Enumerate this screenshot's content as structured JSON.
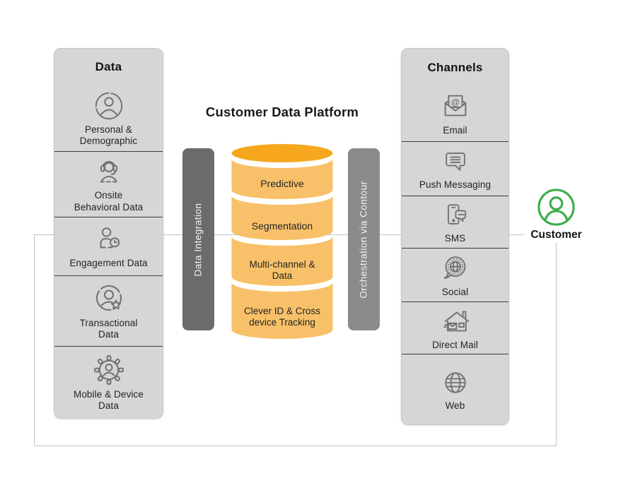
{
  "title": "Customer Data Platform",
  "data_panel": {
    "title": "Data",
    "items": [
      {
        "label": "Personal &\nDemographic",
        "icon": "person-circle-icon"
      },
      {
        "label": "Onsite\nBehavioral Data",
        "icon": "headset-person-icon"
      },
      {
        "label": "Engagement Data",
        "icon": "person-clock-icon"
      },
      {
        "label": "Transactional\nData",
        "icon": "person-star-icon"
      },
      {
        "label": "Mobile & Device\nData",
        "icon": "gear-person-icon"
      }
    ]
  },
  "platform": {
    "integration_bar_label": "Data Integration",
    "orchestration_bar_label": "Orchestration via Contour",
    "segments": [
      "Predictive",
      "Segmentation",
      "Multi-channel &\nData",
      "Clever ID & Cross\ndevice Tracking"
    ]
  },
  "channels_panel": {
    "title": "Channels",
    "items": [
      {
        "label": "Email",
        "icon": "email-at-icon"
      },
      {
        "label": "Push Messaging",
        "icon": "chat-bubble-icon"
      },
      {
        "label": "SMS",
        "icon": "phone-chat-icon"
      },
      {
        "label": "Social",
        "icon": "globe-bubble-icon"
      },
      {
        "label": "Direct Mail",
        "icon": "house-envelope-icon"
      },
      {
        "label": "Web",
        "icon": "globe-icon"
      }
    ]
  },
  "customer_label": "Customer",
  "colors": {
    "panel_background": "#d5d6d6",
    "separator": "#3b3b3b",
    "integration_bar": "#6a6b6d",
    "orchestration_bar": "#8a8b8d",
    "cylinder_top": "#f6a71e",
    "cylinder_body": "#f8c169",
    "customer_green": "#3bae49",
    "connector_line": "#c2c3c3",
    "icon_stroke": "#6f7071"
  }
}
